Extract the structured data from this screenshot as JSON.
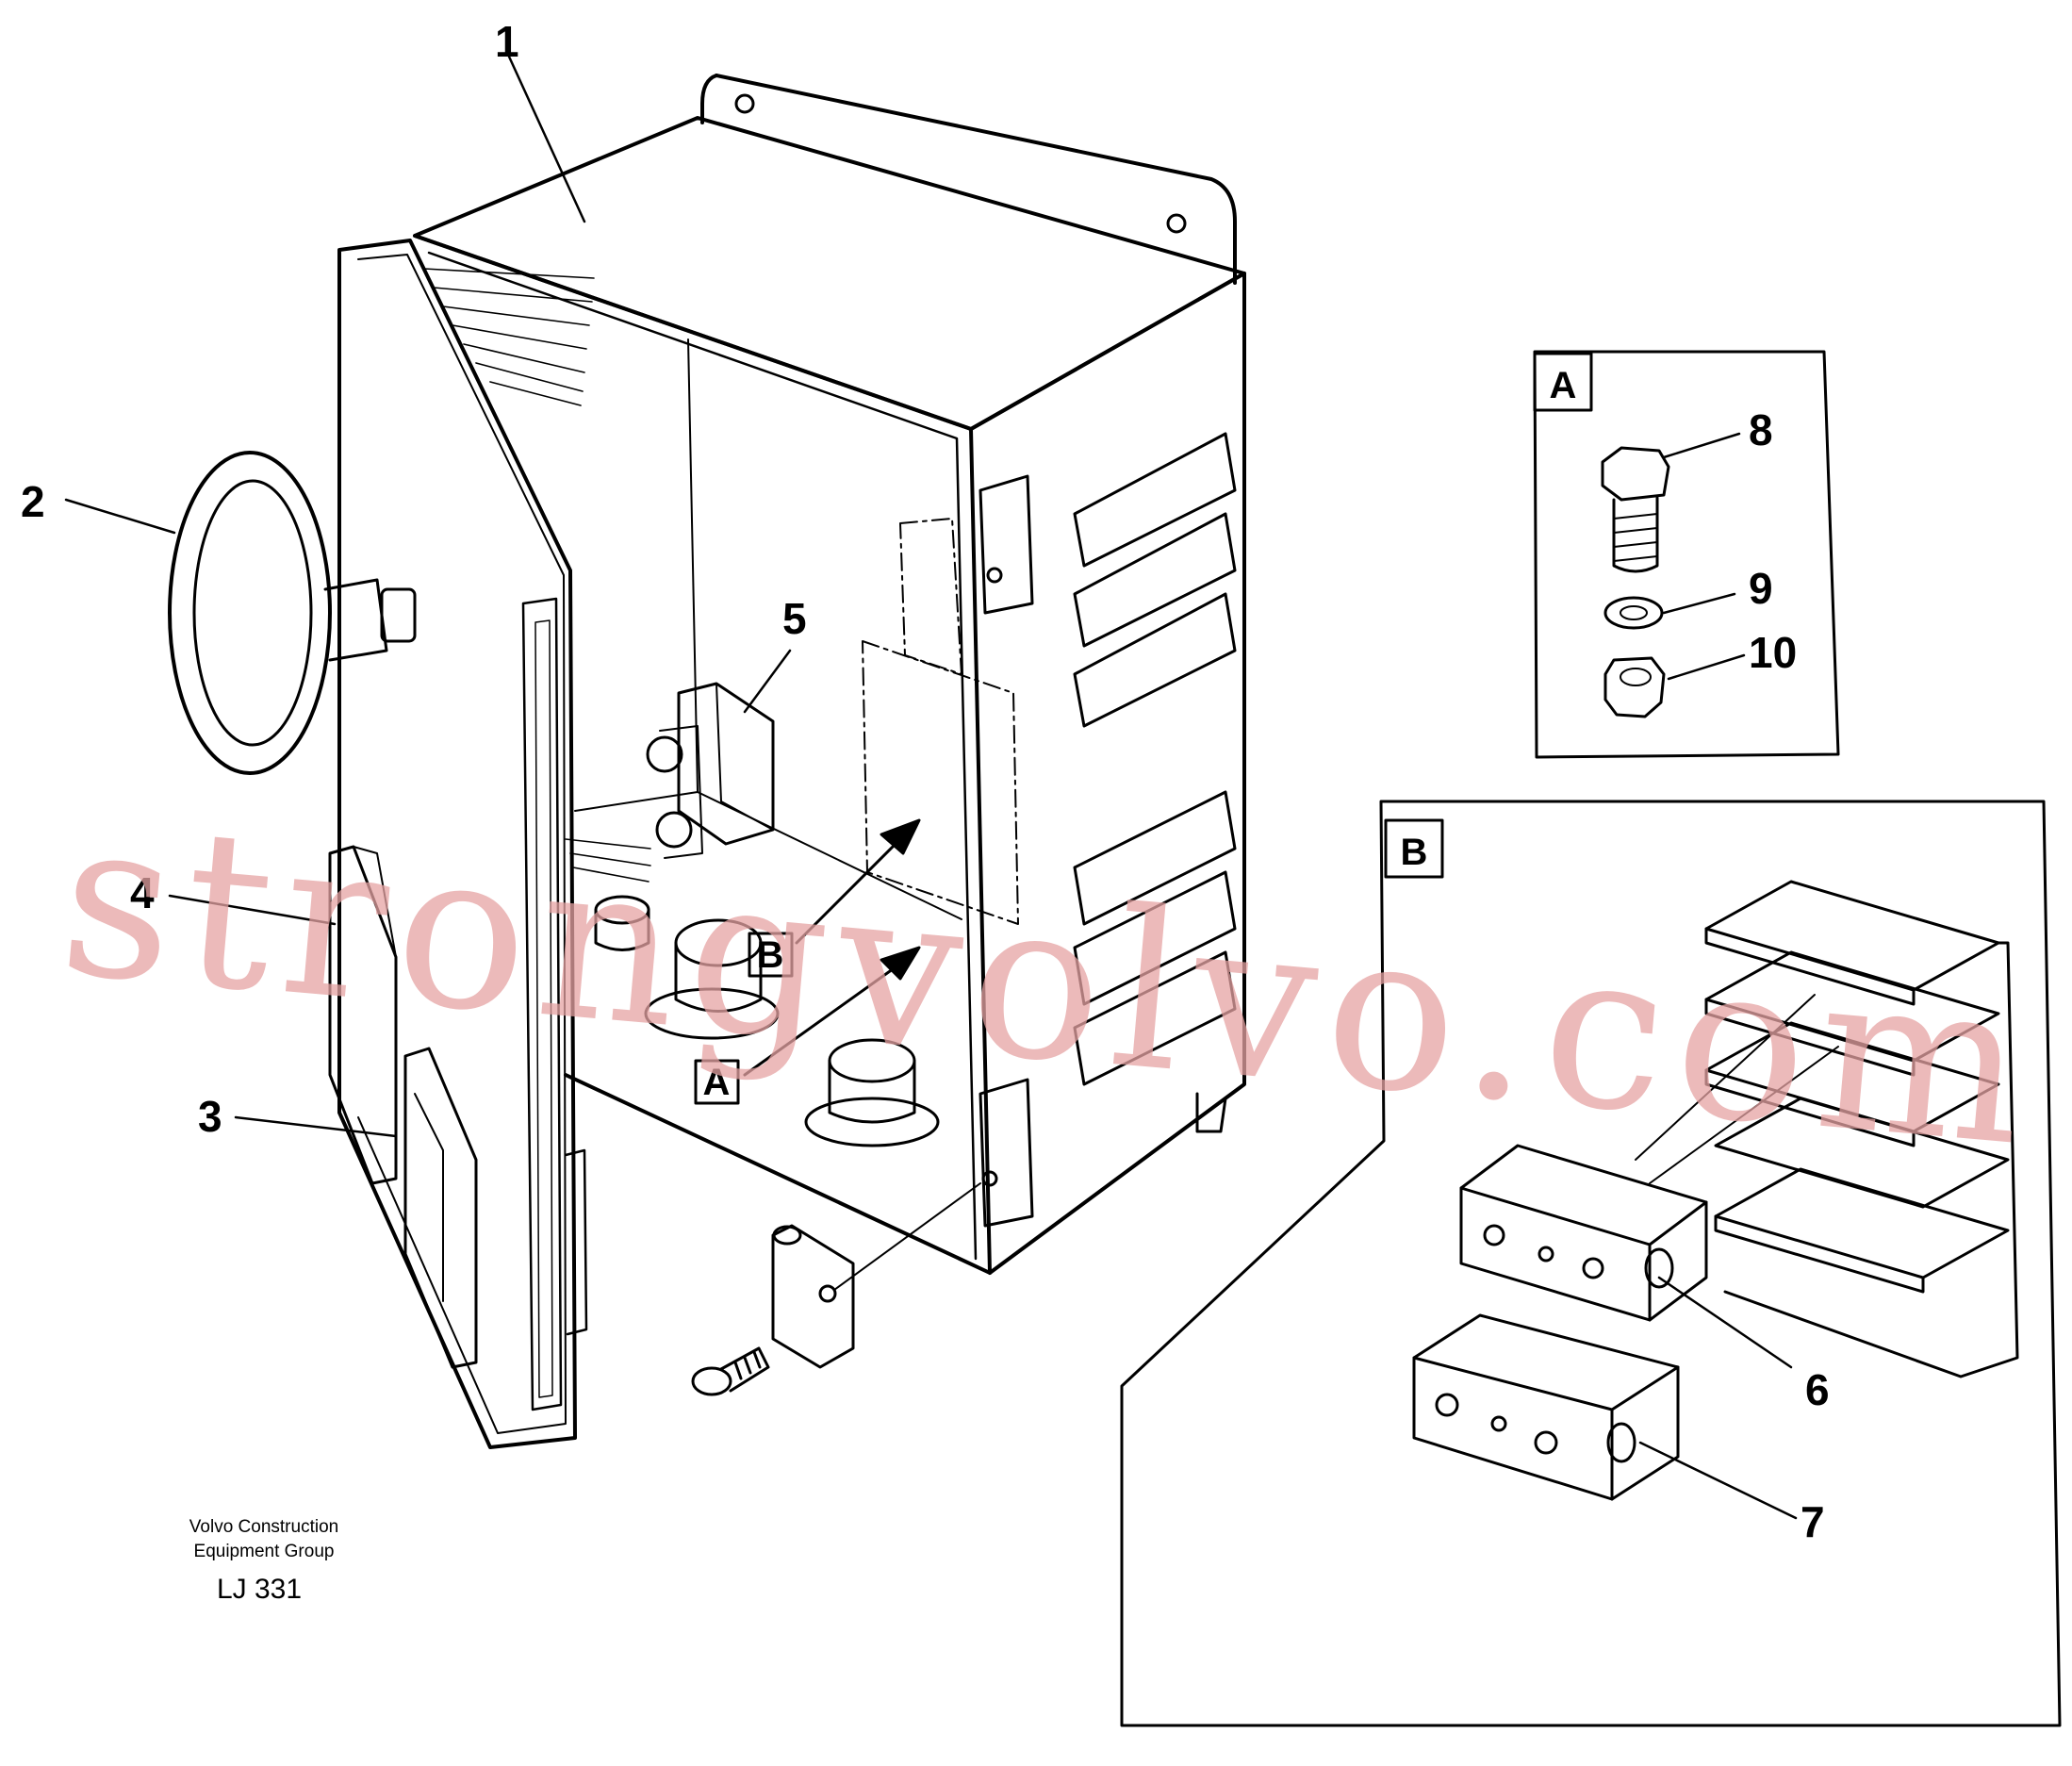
{
  "callouts": {
    "c1": "1",
    "c2": "2",
    "c3": "3",
    "c4": "4",
    "c5": "5",
    "c6": "6",
    "c7": "7",
    "c8": "8",
    "c9": "9",
    "c10": "10"
  },
  "insets": {
    "a_label": "A",
    "b_label": "B"
  },
  "in_drawing_tags": {
    "a_tag": "A",
    "b_tag": "B"
  },
  "footer": {
    "line1": "Volvo Construction",
    "line2": "Equipment Group",
    "code": "LJ 331"
  },
  "watermark": {
    "text": "strongvolvo.com",
    "color": "#e6a3a3"
  },
  "colors": {
    "line": "#000000",
    "background": "#ffffff"
  }
}
